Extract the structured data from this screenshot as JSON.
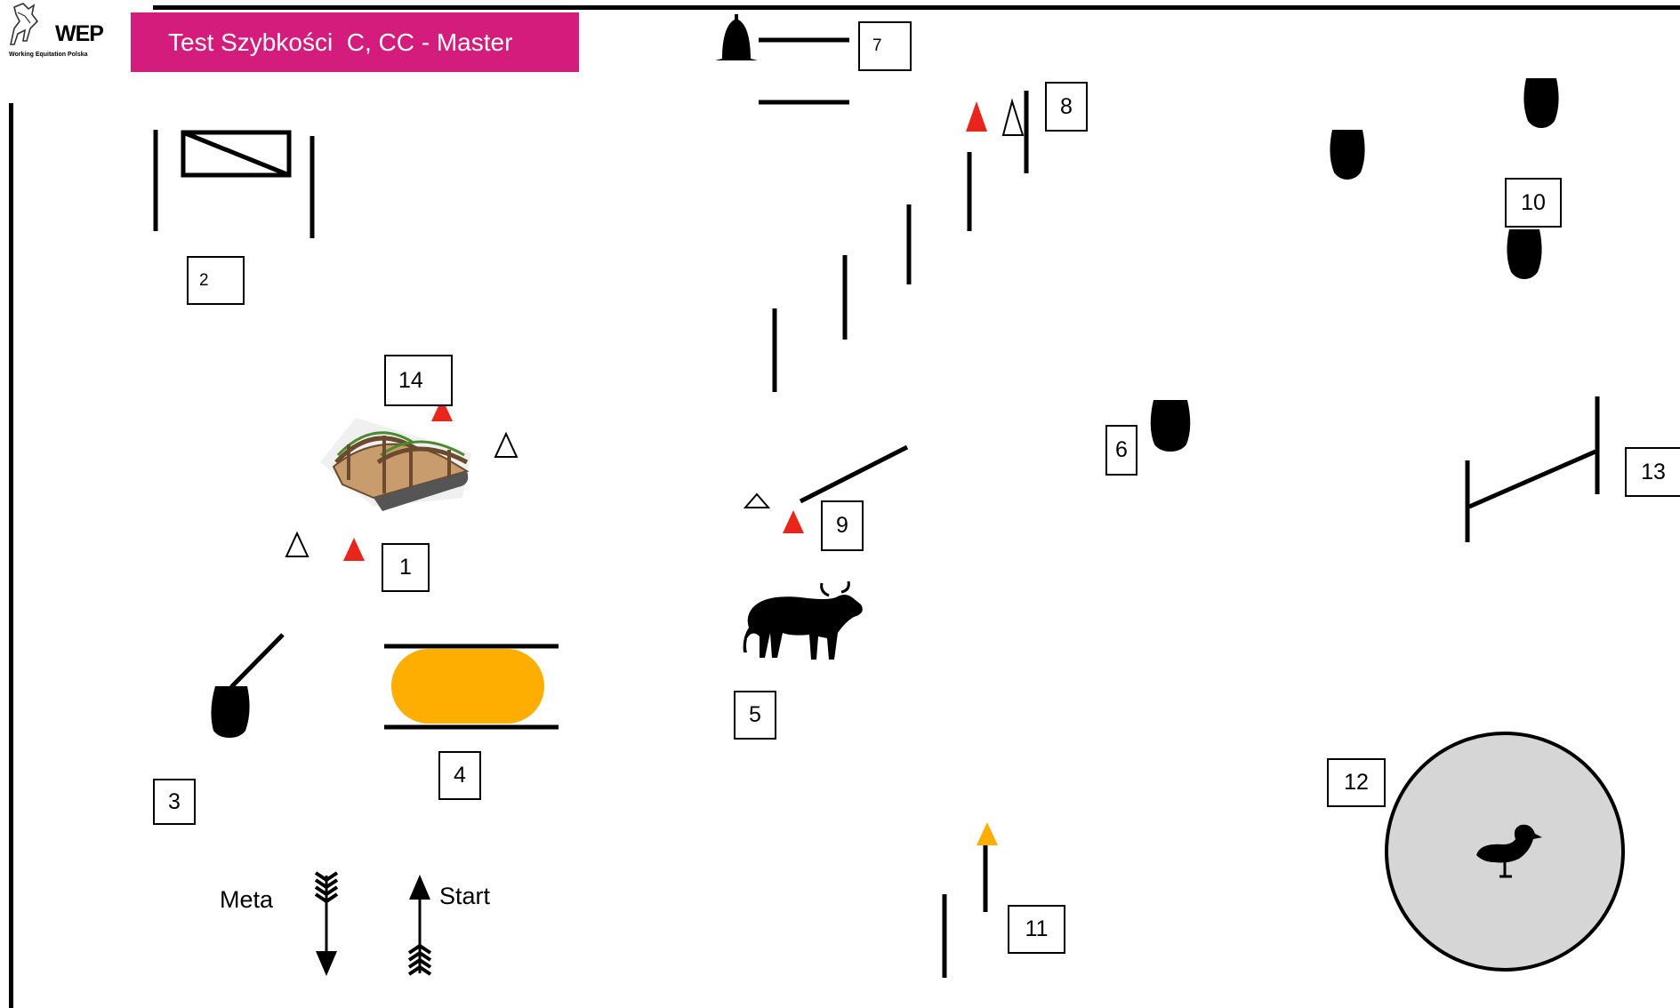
{
  "header": {
    "logo_text": "WEP",
    "logo_subtext": "Working Equitation Polska",
    "title": "Test Szybkości  C, CC - Master"
  },
  "colors": {
    "banner": "#d31c7c",
    "red_marker": "#e8261b",
    "orange": "#fdae00",
    "circle_fill": "#d6d6d6"
  },
  "obstacles": [
    {
      "number": "1"
    },
    {
      "number": "2"
    },
    {
      "number": "3"
    },
    {
      "number": "4"
    },
    {
      "number": "5"
    },
    {
      "number": "6"
    },
    {
      "number": "7"
    },
    {
      "number": "8"
    },
    {
      "number": "9"
    },
    {
      "number": "10"
    },
    {
      "number": "11"
    },
    {
      "number": "12"
    },
    {
      "number": "13"
    },
    {
      "number": "14"
    }
  ],
  "labels": {
    "finish": "Meta",
    "start": "Start"
  },
  "icons": {
    "bell": "bell-icon",
    "bull": "bull-icon",
    "duck": "duck-icon",
    "bridge": "bridge-icon",
    "jug": "jug-icon"
  }
}
